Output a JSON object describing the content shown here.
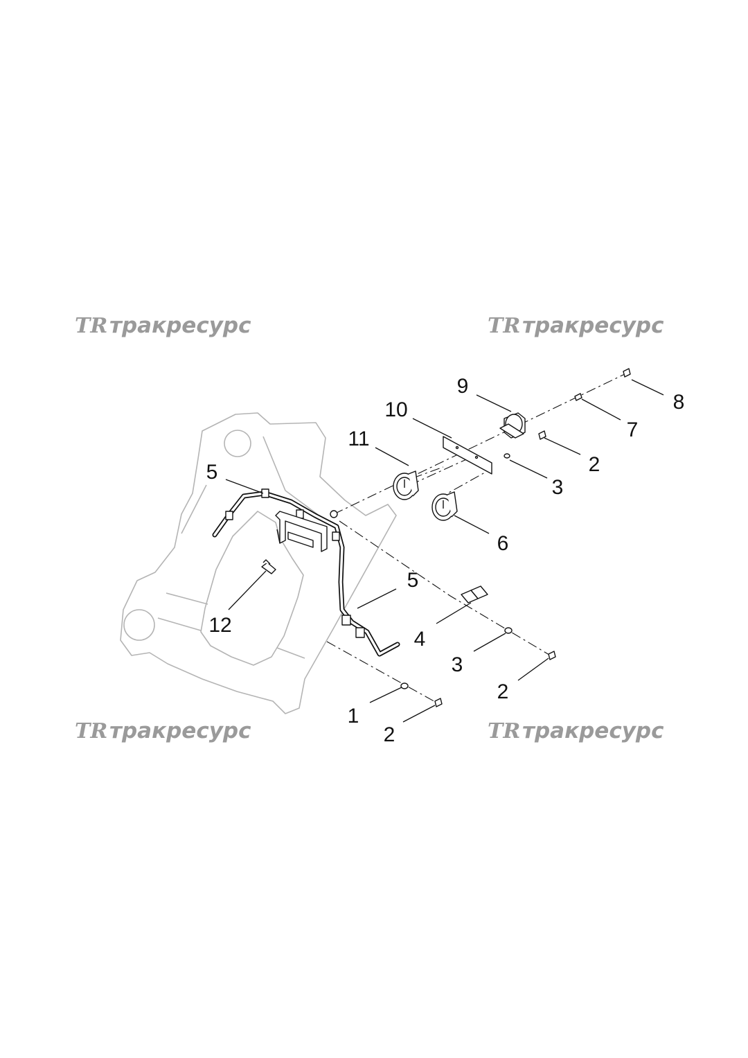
{
  "watermark": {
    "logo": "TR",
    "text": "тракресурс"
  },
  "callouts": [
    "9",
    "8",
    "10",
    "7",
    "11",
    "2",
    "5",
    "3",
    "6",
    "5",
    "12",
    "4",
    "3",
    "2",
    "1",
    "2"
  ],
  "colors": {
    "line": "#111111",
    "frame": "#b4b4b4",
    "watermark": "#9a9a9a"
  }
}
